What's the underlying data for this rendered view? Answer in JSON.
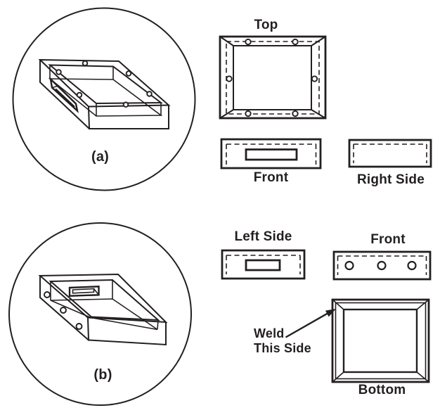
{
  "colors": {
    "ink": "#231f20",
    "background": "#ffffff"
  },
  "part_a": {
    "caption": "(a)",
    "labels": {
      "top_view": "Top",
      "front_view": "Front",
      "right_side_view": "Right Side"
    }
  },
  "part_b": {
    "caption": "(b)",
    "labels": {
      "left_side_view": "Left Side",
      "front_view": "Front",
      "bottom_view": "Bottom"
    },
    "weld_note": {
      "line1": "Weld",
      "line2": "This Side"
    }
  }
}
